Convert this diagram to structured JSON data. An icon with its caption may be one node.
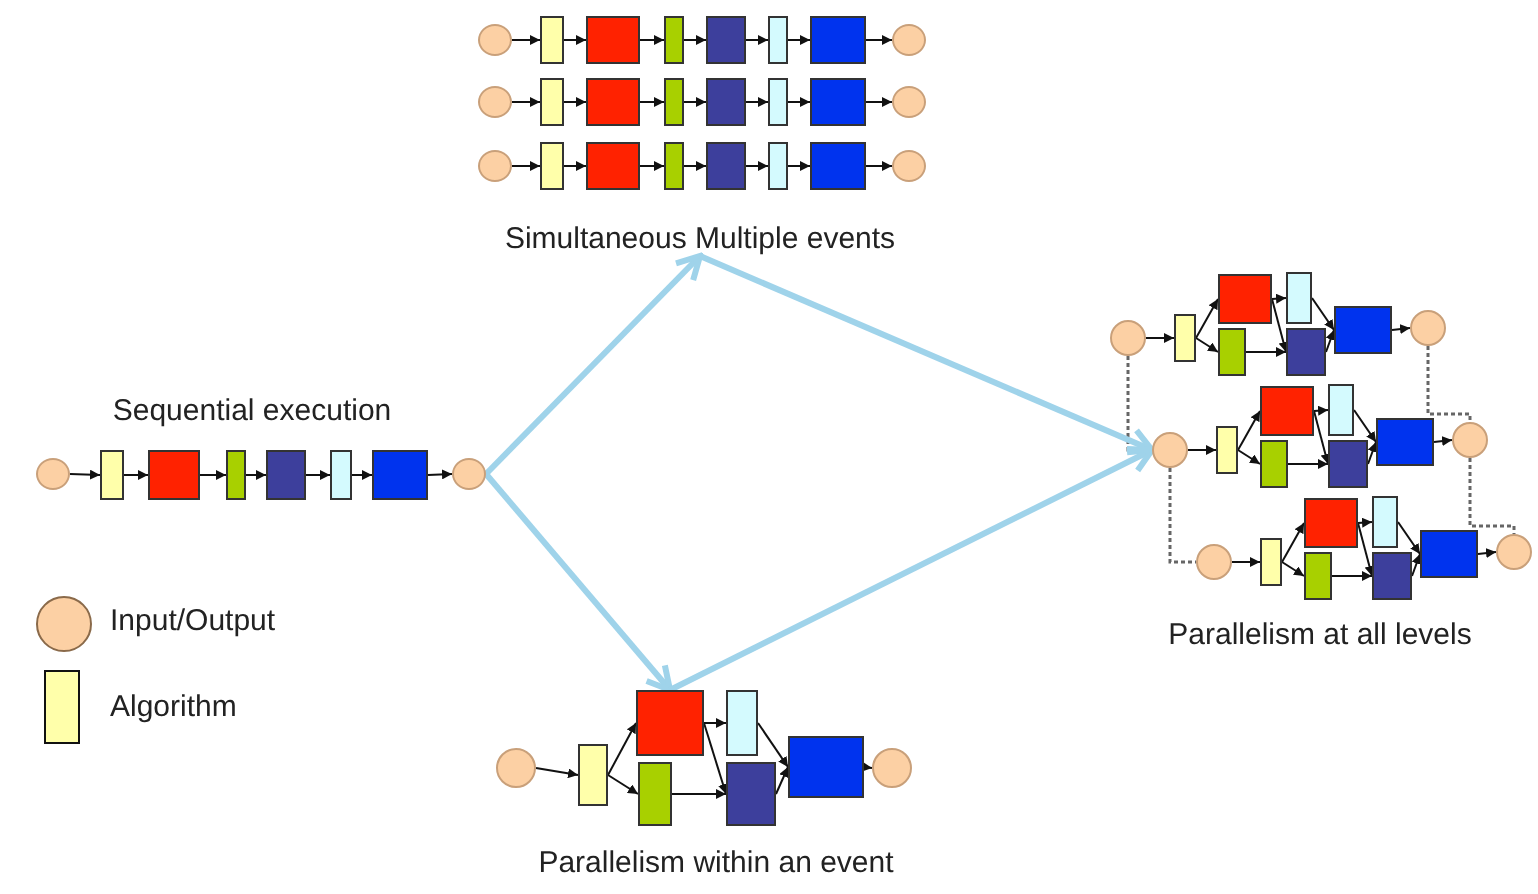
{
  "diagram": {
    "nodes": [
      {
        "text": [],
        "shape": "circle"
      },
      {
        "text": [],
        "shape": "box"
      },
      {
        "text": [],
        "shape": "box"
      },
      {
        "text": [],
        "shape": "box"
      },
      {
        "text": [],
        "shape": "box"
      },
      {
        "text": [],
        "shape": "box"
      },
      {
        "text": [],
        "shape": "box"
      },
      {
        "text": [],
        "shape": "circle"
      },
      {
        "text": [],
        "shape": "circle"
      },
      {
        "text": [],
        "shape": "box"
      },
      {
        "text": [],
        "shape": "box"
      },
      {
        "text": [],
        "shape": "box"
      },
      {
        "text": [],
        "shape": "box"
      },
      {
        "text": [],
        "shape": "box"
      },
      {
        "text": [],
        "shape": "box"
      },
      {
        "text": [],
        "shape": "circle"
      },
      {
        "text": [],
        "shape": "circle"
      },
      {
        "text": [],
        "shape": "box"
      },
      {
        "text": [],
        "shape": "box"
      },
      {
        "text": [],
        "shape": "box"
      },
      {
        "text": [],
        "shape": "box"
      },
      {
        "text": [],
        "shape": "box"
      },
      {
        "text": [],
        "shape": "box"
      },
      {
        "text": [],
        "shape": "circle"
      },
      {
        "text": [
          "Simultaneous Multiple events"
        ]
      },
      {
        "text": [],
        "shape": "circle"
      },
      {
        "text": [],
        "shape": "box"
      },
      {
        "text": [],
        "shape": "box"
      },
      {
        "text": [],
        "shape": "box"
      },
      {
        "text": [],
        "shape": "box"
      },
      {
        "text": [],
        "shape": "box"
      },
      {
        "text": [],
        "shape": "box"
      },
      {
        "text": [],
        "shape": "circle"
      },
      {
        "text": [],
        "shape": "circle"
      },
      {
        "text": [],
        "shape": "box"
      },
      {
        "text": [],
        "shape": "box"
      },
      {
        "text": [],
        "shape": "box"
      },
      {
        "text": [],
        "shape": "box"
      },
      {
        "text": [],
        "shape": "box"
      },
      {
        "text": [],
        "shape": "box"
      },
      {
        "text": [],
        "shape": "circle"
      },
      {
        "text": [],
        "shape": "circle"
      },
      {
        "text": [],
        "shape": "box"
      },
      {
        "text": [],
        "shape": "box"
      },
      {
        "text": [],
        "shape": "box"
      },
      {
        "text": [],
        "shape": "box"
      },
      {
        "text": [],
        "shape": "box"
      },
      {
        "text": [],
        "shape": "box"
      },
      {
        "text": [],
        "shape": "circle"
      },
      {
        "text": [],
        "shape": "circle"
      },
      {
        "text": [],
        "shape": "box"
      },
      {
        "text": [],
        "shape": "box"
      },
      {
        "text": [],
        "shape": "box"
      },
      {
        "text": [],
        "shape": "box"
      },
      {
        "text": [],
        "shape": "box"
      },
      {
        "text": [],
        "shape": "box"
      },
      {
        "text": [],
        "shape": "circle"
      },
      {
        "text": [],
        "shape": "circle"
      },
      {
        "text": [],
        "shape": "box"
      },
      {
        "text": [],
        "shape": "box"
      },
      {
        "text": [],
        "shape": "box"
      },
      {
        "text": [],
        "shape": "box"
      },
      {
        "text": [],
        "shape": "box"
      },
      {
        "text": [],
        "shape": "box"
      },
      {
        "text": [],
        "shape": "circle"
      }
    ],
    "edges": [
      {
        "from": 0,
        "to": 1,
        "arrow": "to"
      },
      {
        "from": 1,
        "to": 2,
        "arrow": "to"
      },
      {
        "from": 2,
        "to": 3,
        "arrow": "to"
      },
      {
        "from": 3,
        "to": 4,
        "arrow": "to"
      },
      {
        "from": 4,
        "to": 5,
        "arrow": "to"
      },
      {
        "from": 5,
        "to": 6,
        "arrow": "to"
      },
      {
        "from": 6,
        "to": 7,
        "arrow": "to"
      },
      {
        "from": 8,
        "to": 9,
        "arrow": "to"
      },
      {
        "from": 9,
        "to": 10,
        "arrow": "to"
      },
      {
        "from": 10,
        "to": 11,
        "arrow": "to"
      },
      {
        "from": 11,
        "to": 12,
        "arrow": "to"
      },
      {
        "from": 12,
        "to": 13,
        "arrow": "to"
      },
      {
        "from": 13,
        "to": 14,
        "arrow": "to"
      },
      {
        "from": 14,
        "to": 15,
        "arrow": "to"
      },
      {
        "from": 16,
        "to": 17,
        "arrow": "to"
      },
      {
        "from": 17,
        "to": 18,
        "arrow": "to"
      },
      {
        "from": 18,
        "to": 19,
        "arrow": "to"
      },
      {
        "from": 19,
        "to": 20,
        "arrow": "to"
      },
      {
        "from": 20,
        "to": 21,
        "arrow": "to"
      },
      {
        "from": 21,
        "to": 22,
        "arrow": "to"
      },
      {
        "from": 22,
        "to": 23,
        "arrow": "to"
      },
      {
        "from": 25,
        "to": 26,
        "arrow": "to"
      },
      {
        "from": 26,
        "to": 27,
        "arrow": "to"
      },
      {
        "from": 27,
        "to": 28,
        "arrow": "to"
      },
      {
        "from": 28,
        "to": 29,
        "arrow": "to"
      },
      {
        "from": 29,
        "to": 30,
        "arrow": "to"
      },
      {
        "from": 30,
        "to": 31,
        "arrow": "to"
      },
      {
        "from": 31,
        "to": 32,
        "arrow": "to"
      },
      {
        "from": 33,
        "to": 34,
        "arrow": "to"
      },
      {
        "from": 34,
        "to": 35,
        "arrow": "to"
      },
      {
        "from": 34,
        "to": 36,
        "arrow": "to"
      },
      {
        "from": 35,
        "to": 37,
        "arrow": "to"
      },
      {
        "from": 35,
        "to": 38,
        "arrow": "to"
      },
      {
        "from": 36,
        "to": 38,
        "arrow": "to"
      },
      {
        "from": 37,
        "to": 39,
        "arrow": "to"
      },
      {
        "from": 38,
        "to": 39,
        "arrow": "to"
      },
      {
        "from": 39,
        "to": 40,
        "arrow": "to"
      },
      {
        "from": 41,
        "to": 42,
        "arrow": "to"
      },
      {
        "from": 42,
        "to": 43,
        "arrow": "to"
      },
      {
        "from": 42,
        "to": 44,
        "arrow": "to"
      },
      {
        "from": 43,
        "to": 45,
        "arrow": "to"
      },
      {
        "from": 43,
        "to": 46,
        "arrow": "to"
      },
      {
        "from": 44,
        "to": 46,
        "arrow": "to"
      },
      {
        "from": 45,
        "to": 47,
        "arrow": "to"
      },
      {
        "from": 46,
        "to": 47,
        "arrow": "to"
      },
      {
        "from": 47,
        "to": 48,
        "arrow": "to"
      },
      {
        "from": 49,
        "to": 50,
        "arrow": "to"
      },
      {
        "from": 50,
        "to": 51,
        "arrow": "to"
      },
      {
        "from": 50,
        "to": 52,
        "arrow": "to"
      },
      {
        "from": 51,
        "to": 53,
        "arrow": "to"
      },
      {
        "from": 51,
        "to": 54,
        "arrow": "to"
      },
      {
        "from": 52,
        "to": 54,
        "arrow": "to"
      },
      {
        "from": 53,
        "to": 55,
        "arrow": "to"
      },
      {
        "from": 54,
        "to": 55,
        "arrow": "to"
      },
      {
        "from": 55,
        "to": 56,
        "arrow": "to"
      },
      {
        "from": 57,
        "to": 58,
        "arrow": "to"
      },
      {
        "from": 58,
        "to": 59,
        "arrow": "to"
      },
      {
        "from": 58,
        "to": 60,
        "arrow": "to"
      },
      {
        "from": 59,
        "to": 61,
        "arrow": "to"
      },
      {
        "from": 59,
        "to": 62,
        "arrow": "to"
      },
      {
        "from": 60,
        "to": 62,
        "arrow": "to"
      },
      {
        "from": 61,
        "to": 63,
        "arrow": "to"
      },
      {
        "from": 62,
        "to": 63,
        "arrow": "to"
      },
      {
        "from": 63,
        "to": 64,
        "arrow": "to"
      },
      {
        "from": 41,
        "to": 49,
        "arrow": "none",
        "style": "dashed"
      },
      {
        "from": 49,
        "to": 57,
        "arrow": "none",
        "style": "dashed"
      },
      {
        "from": 48,
        "to": 56,
        "arrow": "none",
        "style": "dashed"
      },
      {
        "from": 56,
        "to": 64,
        "arrow": "none",
        "style": "dashed"
      },
      {
        "from": 32,
        "to": 24,
        "arrow": "to",
        "style": "thick",
        "color": "#9fd3ea"
      },
      {
        "from": 32,
        "to": 35,
        "arrow": "to",
        "style": "thick",
        "color": "#9fd3ea"
      },
      {
        "from": 24,
        "to": 49,
        "arrow": "to",
        "style": "thick",
        "color": "#9fd3ea"
      },
      {
        "from": 35,
        "to": 49,
        "arrow": "to",
        "style": "thick",
        "color": "#9fd3ea"
      }
    ],
    "labels": [
      "Sequential execution",
      "Parallelism at all levels",
      "Parallelism within an event"
    ],
    "legend": [
      {
        "text": "Input/Output"
      },
      {
        "text": "Algorithm"
      }
    ]
  }
}
